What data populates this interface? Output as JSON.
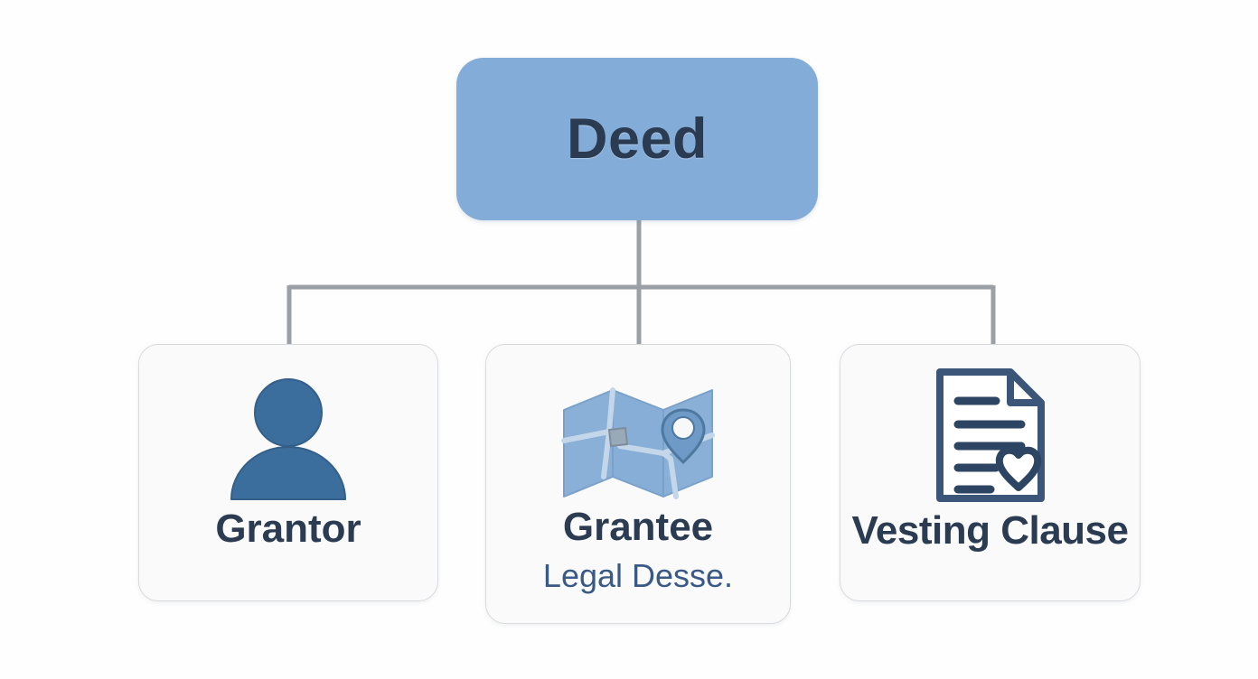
{
  "diagram": {
    "type": "hierarchy-tree",
    "background_color": "#fefefe",
    "root": {
      "label": "Deed",
      "fill_color": "#83acd8",
      "text_color": "#2b3b52"
    },
    "connector_color": "#9aa0a6",
    "children": [
      {
        "id": "grantor",
        "title": "Grantor",
        "subtitle": "",
        "icon": "person-icon",
        "icon_color": "#3c6e9d",
        "card_color": "#fafafa",
        "border_color": "#d8dade"
      },
      {
        "id": "grantee",
        "title": "Grantee",
        "subtitle": "Legal Desse.",
        "icon": "folded-map-pin-icon",
        "icon_color": "#8ab0d8",
        "card_color": "#fafafa",
        "border_color": "#d8dade"
      },
      {
        "id": "vesting-clause",
        "title": "Vesting Clause",
        "subtitle": "",
        "icon": "document-heart-icon",
        "icon_color": "#3b5678",
        "card_color": "#fafafa",
        "border_color": "#d8dade"
      }
    ]
  }
}
